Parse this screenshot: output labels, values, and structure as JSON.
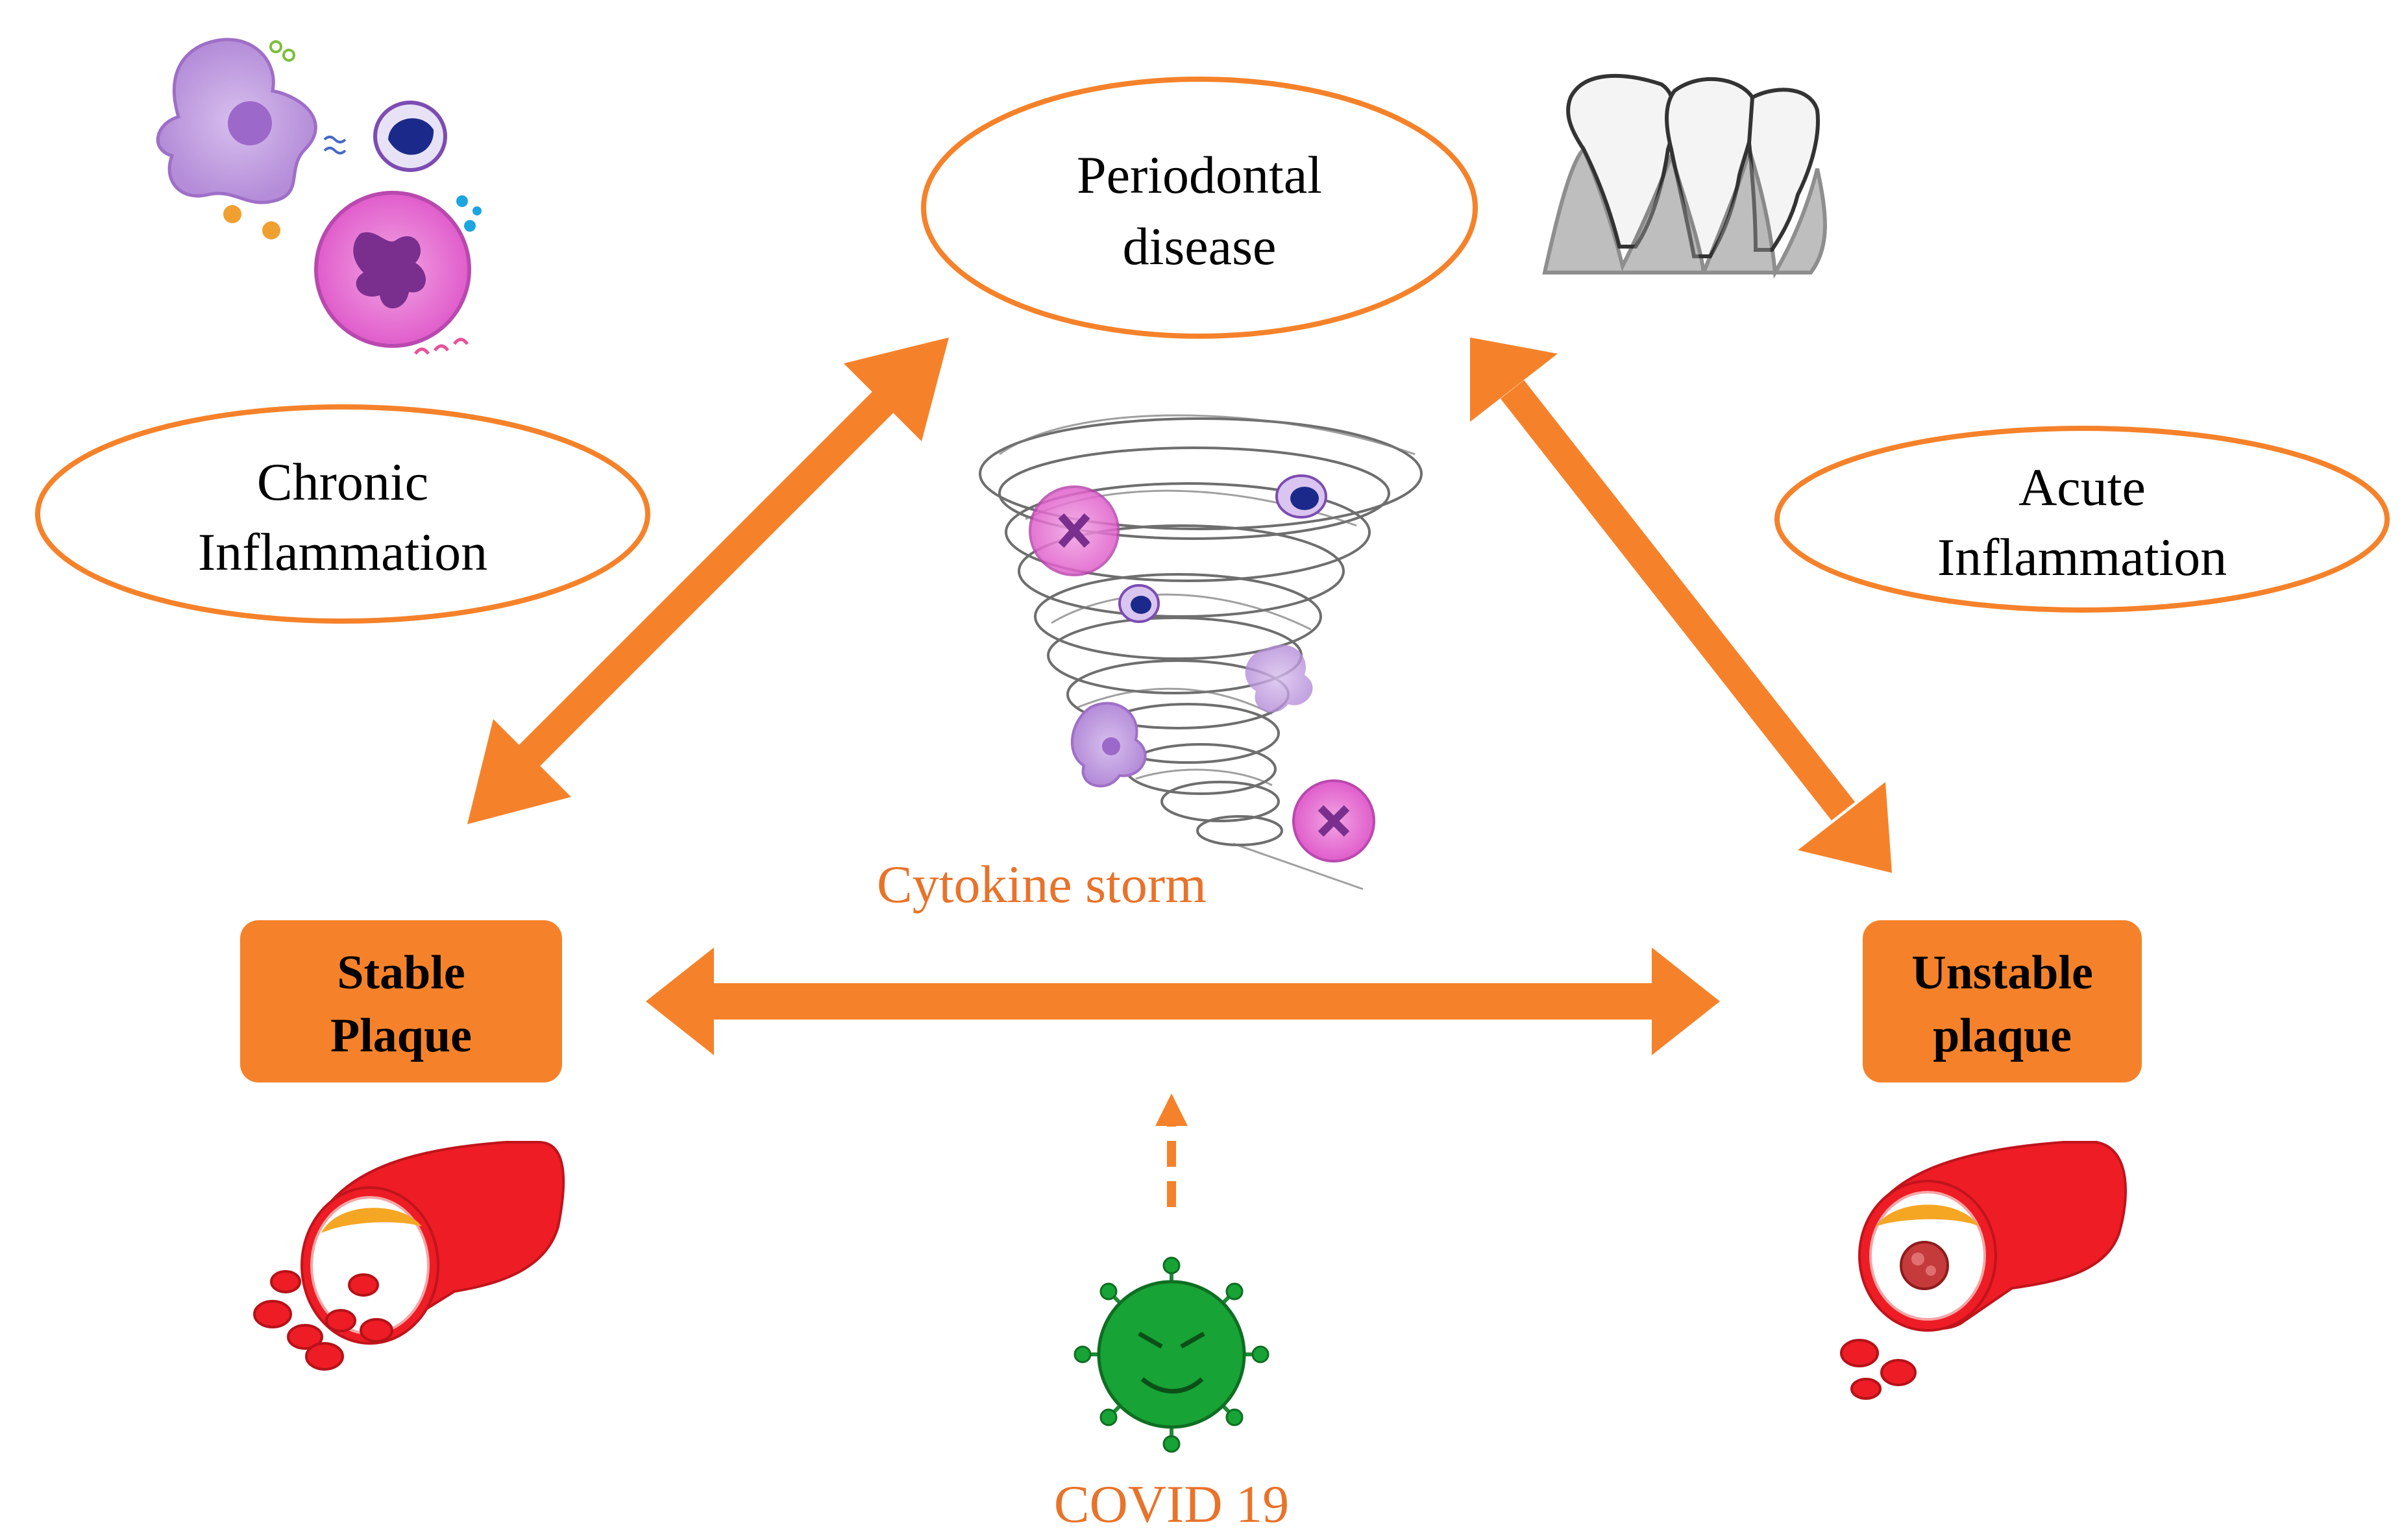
{
  "nodes": {
    "periodontal": {
      "line1": "Periodontal",
      "line2": "disease"
    },
    "chronic": {
      "line1": "Chronic",
      "line2": "Inflammation"
    },
    "acute": {
      "line1": "Acute",
      "line2": "Inflammation"
    },
    "stable": {
      "line1": "Stable",
      "line2": "Plaque"
    },
    "unstable": {
      "line1": "Unstable",
      "line2": "plaque"
    }
  },
  "labels": {
    "cytokine": "Cytokine storm",
    "covid": "COVID 19"
  },
  "icons": {
    "immune_cells": "immune-cells-icon",
    "teeth": "teeth-icon",
    "tornado": "cytokine-tornado-icon",
    "stable_vessel": "artery-stable-plaque-icon",
    "unstable_vessel": "artery-unstable-plaque-icon",
    "virus": "coronavirus-icon"
  },
  "colors": {
    "orange": "#F5822A",
    "label_orange": "#E8732A",
    "box_fill": "#F5822A",
    "vessel_red": "#EE1C25",
    "plaque_yellow": "#F5A623",
    "virus_green": "#17A335",
    "cell_pink": "#E779D3",
    "cell_purple": "#C7A3E0"
  }
}
